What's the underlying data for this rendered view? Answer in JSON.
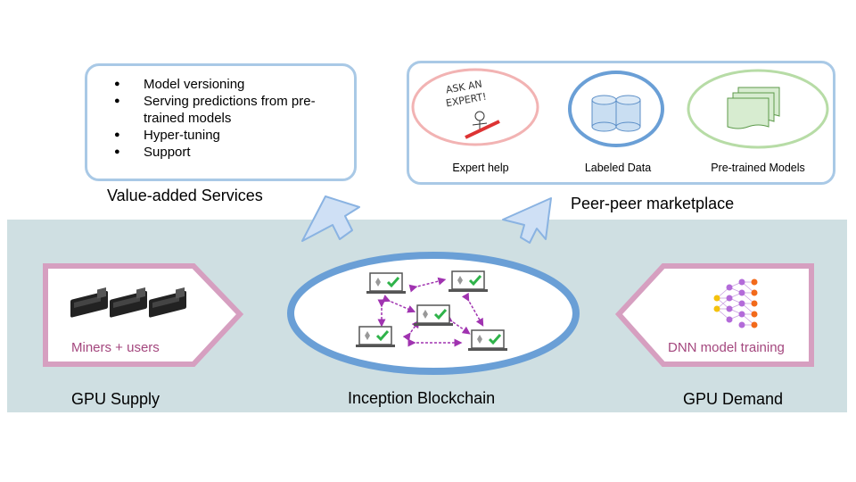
{
  "services": {
    "items": [
      "Model versioning",
      "Serving predictions from pre-trained models",
      "Hyper-tuning",
      "Support"
    ],
    "caption": "Value-added Services"
  },
  "marketplace": {
    "caption": "Peer-peer marketplace",
    "expert_label": "Expert help",
    "expert_sign": "ASK AN EXPERT!",
    "data_label": "Labeled Data",
    "models_label": "Pre-trained Models"
  },
  "supply": {
    "inner_label": "Miners + users",
    "caption": "GPU Supply"
  },
  "blockchain": {
    "caption": "Inception Blockchain"
  },
  "demand": {
    "inner_label": "DNN model training",
    "caption": "GPU Demand"
  },
  "colors": {
    "band": "#cfdfe2",
    "box_border": "#a9c9e6",
    "ellipse": "#6a9fd6",
    "pink": "#d69fc0",
    "pink_text": "#a4477e",
    "arrow_purple": "#a033b0",
    "check_green": "#2fb34a",
    "expert_red": "#f2b3b3",
    "models_green": "#b7dca6"
  },
  "icons": [
    "gpu-card-icon",
    "laptop-check-icon",
    "neural-network-icon",
    "database-icon",
    "documents-icon",
    "ask-expert-icon",
    "up-arrow-icon"
  ]
}
